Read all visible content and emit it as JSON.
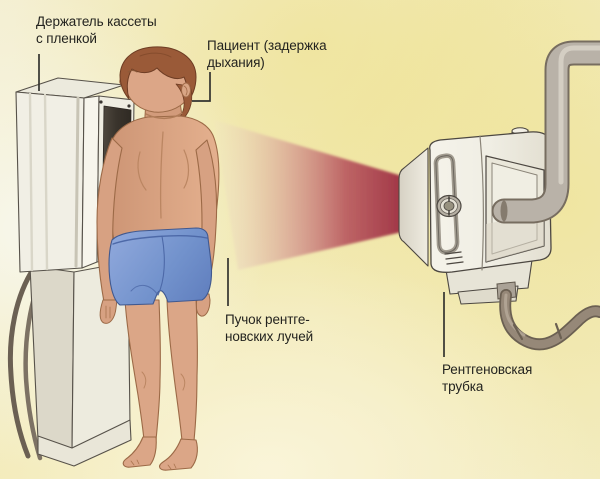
{
  "diagram": {
    "labels": {
      "cassette_holder": {
        "line1": "Держатель кассеты",
        "line2": "с пленкой"
      },
      "patient": {
        "line1": "Пациент (задержка",
        "line2": "дыхания)"
      },
      "xray_beam": {
        "line1": "Пучок рентге-",
        "line2": "новских лучей"
      },
      "xray_tube": {
        "line1": "Рентгеновская",
        "line2": "трубка"
      }
    },
    "colors": {
      "background": "#f2ebbe",
      "beam": "#a93848",
      "shorts": "#7292cc",
      "skin": "#d9a585",
      "hair": "#9a5a38",
      "machine_body": "#f1efe5",
      "cassette_window": "#38322b",
      "mount_pipe": "#b9b2a8",
      "cable": "#968878",
      "label_text": "#23231f"
    }
  }
}
